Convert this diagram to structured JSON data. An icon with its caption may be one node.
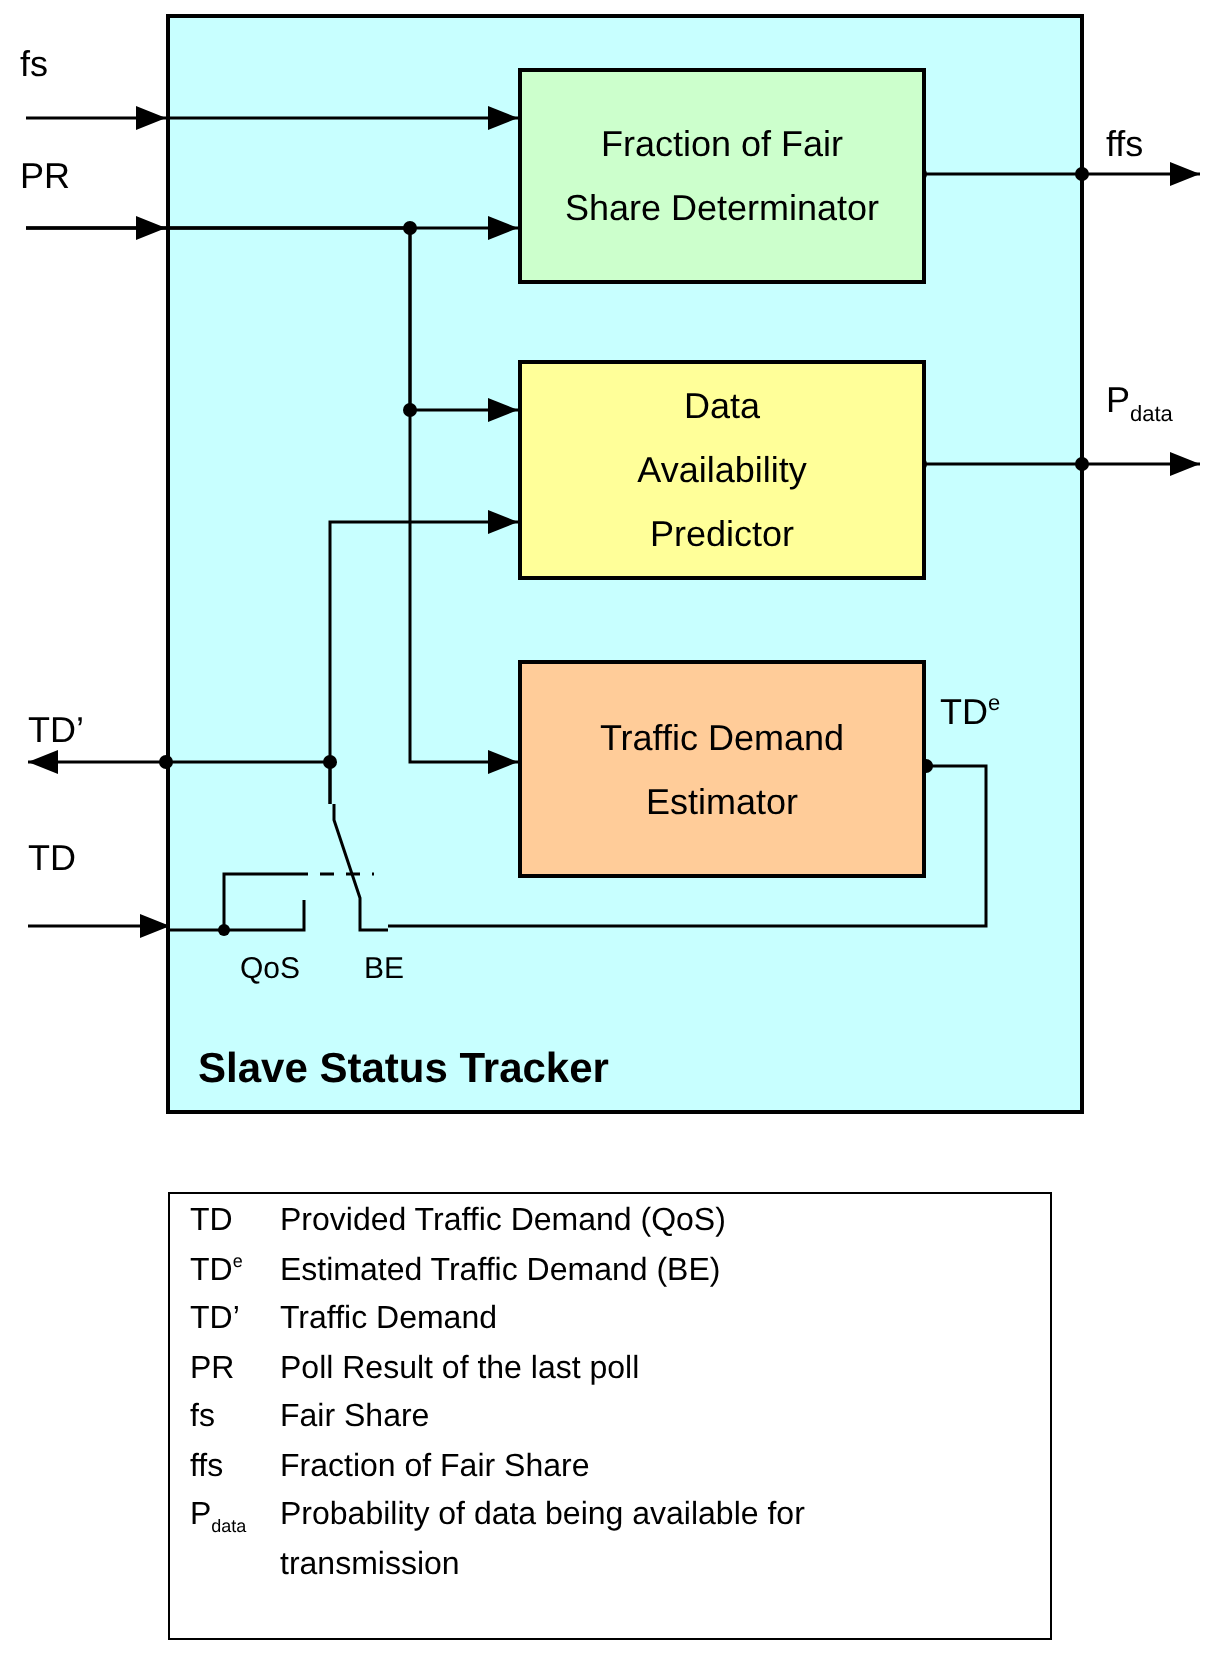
{
  "diagram": {
    "nodes": [
      {
        "text": [
          "Slave Status Tracker"
        ]
      },
      {
        "text": [
          "Fraction of Fair Share Determinator"
        ],
        "in": 0
      },
      {
        "text": [
          "Data Availability Predictor"
        ],
        "in": 0
      },
      {
        "text": [
          "Traffic Demand Estimator"
        ],
        "in": 0
      },
      {
        "text": [],
        "shape": "switch",
        "in": 0,
        "beside": [
          "QoS",
          "BE"
        ]
      }
    ],
    "edges": [
      {
        "from": null,
        "to": 1,
        "arrow": "to",
        "label": "fs"
      },
      {
        "from": null,
        "to": 1,
        "arrow": "to",
        "label": "PR"
      },
      {
        "from": null,
        "to": 2,
        "arrow": "to"
      },
      {
        "from": null,
        "to": 3,
        "arrow": "to"
      },
      {
        "from": 1,
        "to": null,
        "arrow": "to",
        "label": "ffs"
      },
      {
        "from": 2,
        "to": null,
        "arrow": "to",
        "label": "P$_{data}$"
      },
      {
        "from": 4,
        "to": 2,
        "arrow": "to"
      },
      {
        "from": 4,
        "to": null,
        "arrow": "to",
        "label": "TD’"
      },
      {
        "from": null,
        "to": 4,
        "arrow": "to",
        "label": "TD"
      },
      {
        "from": 3,
        "to": 4,
        "arrow": "other",
        "label": "TD$^{e}$"
      }
    ],
    "labels": [
      "TD",
      "Provided Traffic Demand (QoS)",
      "TD$^{e}$",
      "Estimated Traffic Demand (BE)",
      "TD’",
      "Traffic Demand",
      "PR",
      "Poll Result of the last poll",
      "fs",
      "Fair Share",
      "ffs",
      "Fraction of Fair Share",
      "P$_{data}$",
      "Probability of data being available for transmission"
    ]
  }
}
